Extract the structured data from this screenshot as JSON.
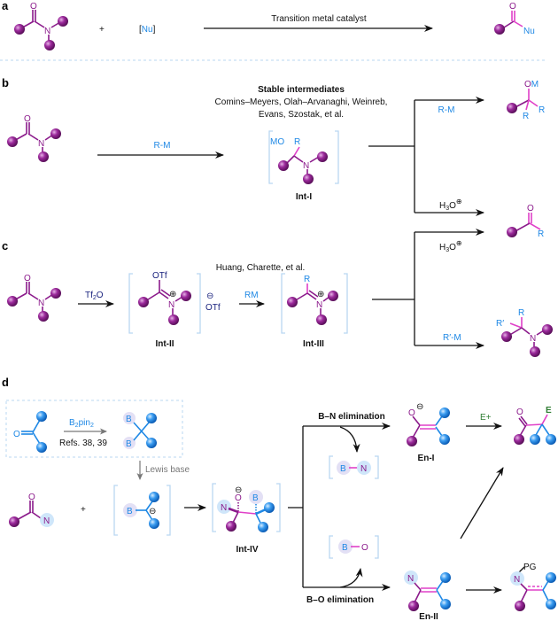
{
  "panels": {
    "a": {
      "label": "a",
      "plus": "+",
      "nucleophile": "[Nu]",
      "nu_text": "Nu",
      "arrow_label": "Transition metal catalyst",
      "product_o": "O",
      "product_nu": "Nu"
    },
    "b": {
      "label": "b",
      "reagent": "R-M",
      "heading": "Stable intermediates",
      "refs_line1": "Comins–Meyers, Olah–Arvanaghi, Weinreb,",
      "refs_line2": "Evans, Szostak, et al.",
      "intermediate": "Int-I",
      "int_mo": "MO",
      "int_r": "R",
      "branch_top_reagent": "R-M",
      "branch_bottom_reagent": "H3O+",
      "product_top": {
        "om": "OM",
        "r1": "R",
        "r2": "R"
      },
      "product_bottom": {
        "o": "O",
        "r": "R"
      }
    },
    "c": {
      "label": "c",
      "reagent1": "Tf2O",
      "refs": "Huang, Charette, et al.",
      "int2": "Int-II",
      "int2_otf": "OTf",
      "counterion": "OTf",
      "reagent2": "RM",
      "int3": "Int-III",
      "int3_r": "R",
      "branch_top_reagent": "H3O+",
      "branch_bottom_reagent": "R′-M",
      "product_bottom": {
        "r": "R",
        "rp": "R′"
      }
    },
    "d": {
      "label": "d",
      "inset_reagent": "B2pin2",
      "inset_refs": "Refs. 38, 39",
      "lewis_base": "Lewis base",
      "plus": "+",
      "int4": "Int-IV",
      "bn_elim": "B–N elimination",
      "bo_elim": "B–O elimination",
      "en1": "En-I",
      "en2": "En-II",
      "electrophile": "E+",
      "e_label": "E",
      "pg_label": "PG",
      "byproduct_bn": {
        "b": "B",
        "n": "N"
      },
      "byproduct_bo": {
        "b": "B",
        "o": "O"
      }
    }
  },
  "atoms": {
    "O": "O",
    "N": "N",
    "B": "B",
    "minus": "−",
    "plusc": "+"
  },
  "colors": {
    "amide": "#8b1a8b",
    "new_bond": "#e040c8",
    "reagent": "#1e88e5",
    "navy": "#1a237e",
    "bracket": "#b9d7f2",
    "electrophile": "#2e7d32"
  }
}
